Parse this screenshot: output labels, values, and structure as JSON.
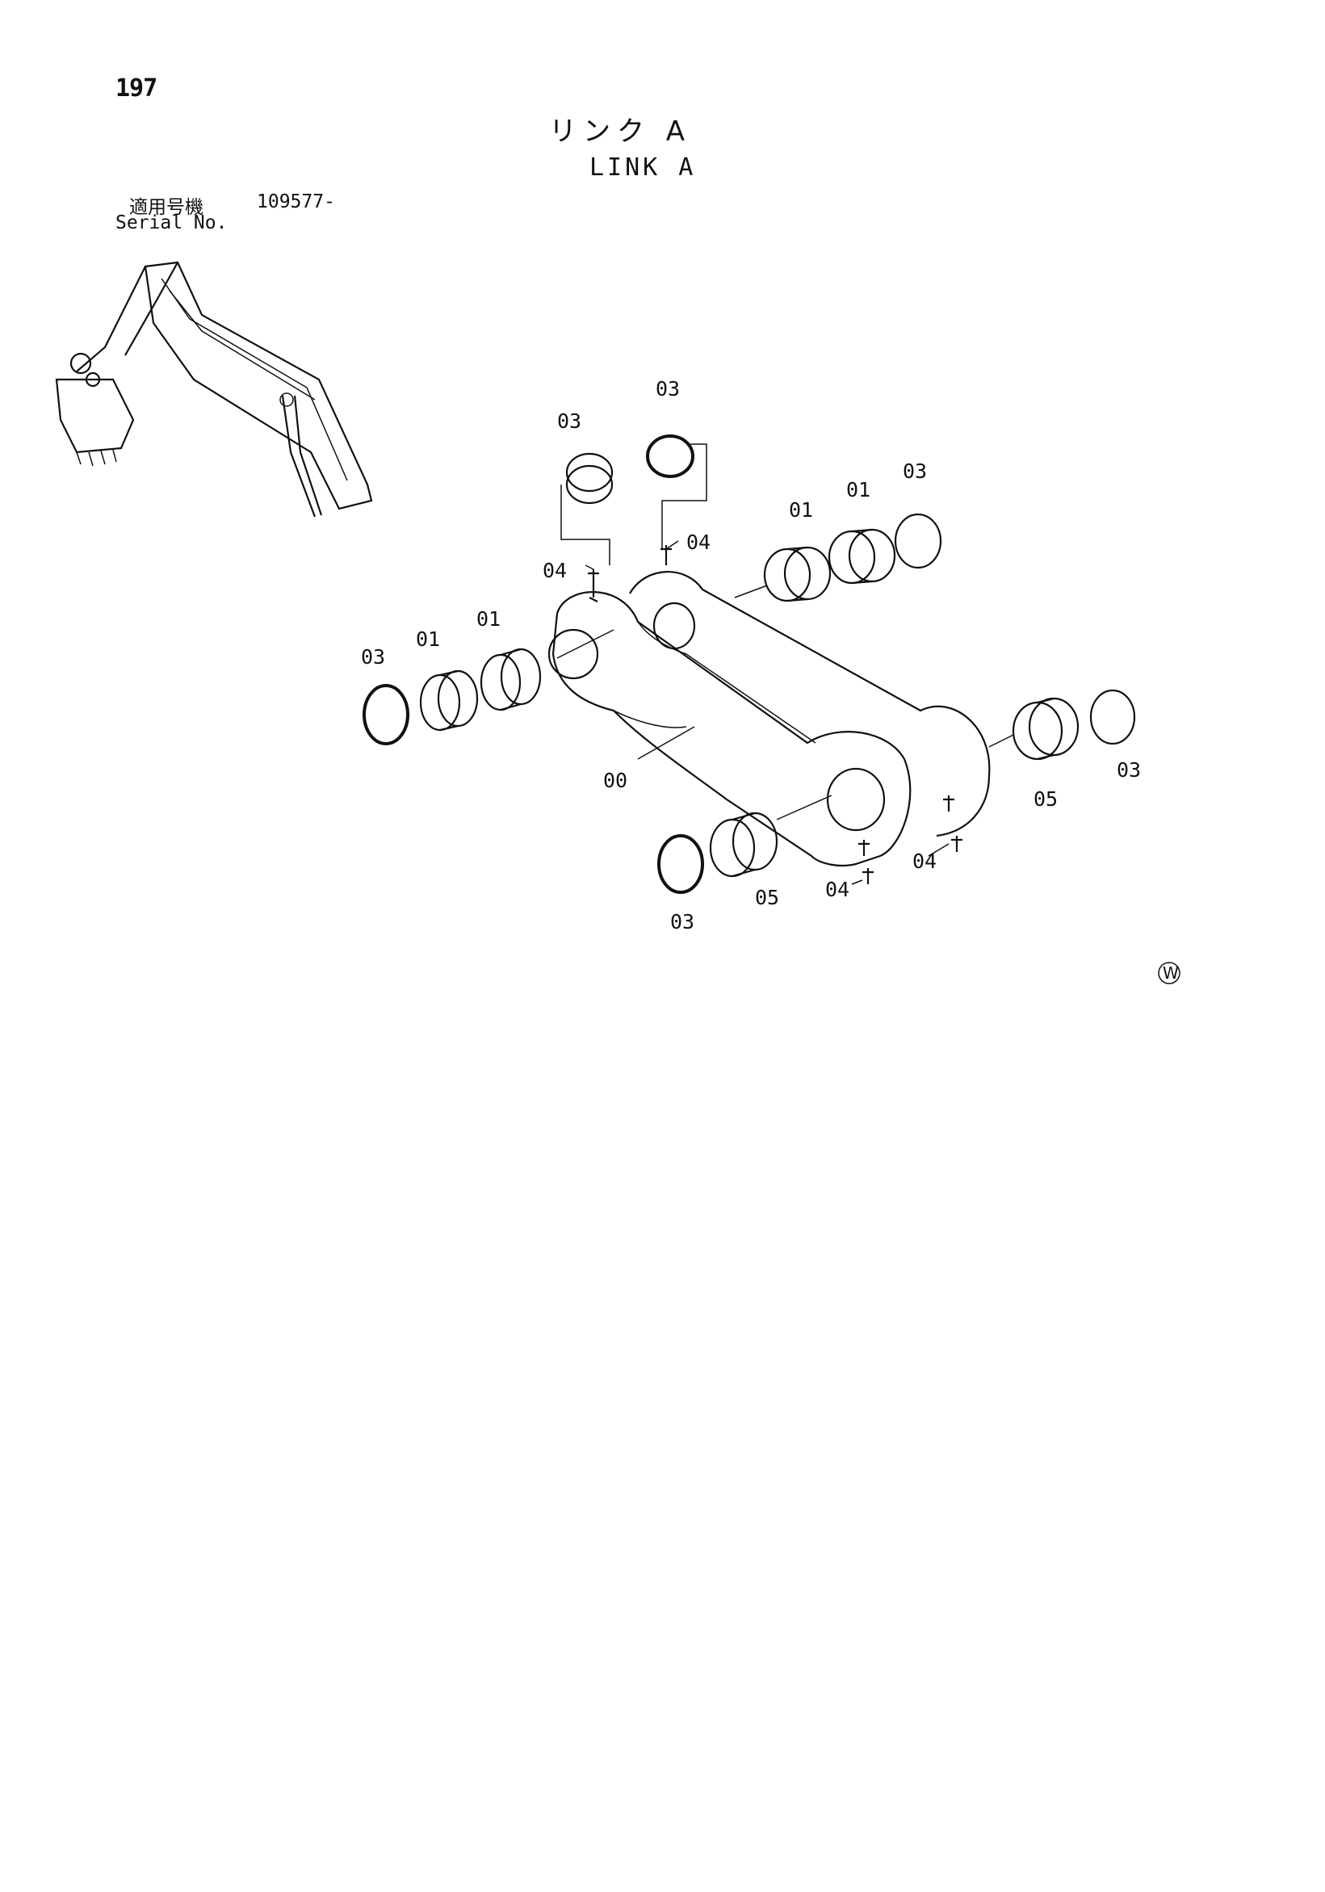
{
  "page": {
    "number": "197"
  },
  "title": {
    "japanese": "リンク A",
    "english": "LINK A"
  },
  "serial": {
    "label_jp": "適用号機",
    "value": "109577-",
    "label_en": "Serial No."
  },
  "callouts": [
    {
      "id": "c-03-top-left",
      "text": "03"
    },
    {
      "id": "c-03-top-mid",
      "text": "03"
    },
    {
      "id": "c-03-top-right",
      "text": "03"
    },
    {
      "id": "c-01-top-a",
      "text": "01"
    },
    {
      "id": "c-01-top-b",
      "text": "01"
    },
    {
      "id": "c-04-left",
      "text": "04"
    },
    {
      "id": "c-04-mid",
      "text": "04"
    },
    {
      "id": "c-03-left",
      "text": "03"
    },
    {
      "id": "c-01-left-a",
      "text": "01"
    },
    {
      "id": "c-01-left-b",
      "text": "01"
    },
    {
      "id": "c-00",
      "text": "00"
    },
    {
      "id": "c-03-bottom",
      "text": "03"
    },
    {
      "id": "c-05-bottom",
      "text": "05"
    },
    {
      "id": "c-04-bottom",
      "text": "04"
    },
    {
      "id": "c-05-right",
      "text": "05"
    },
    {
      "id": "c-03-right",
      "text": "03"
    }
  ],
  "watermark": {
    "symbol": "W"
  }
}
